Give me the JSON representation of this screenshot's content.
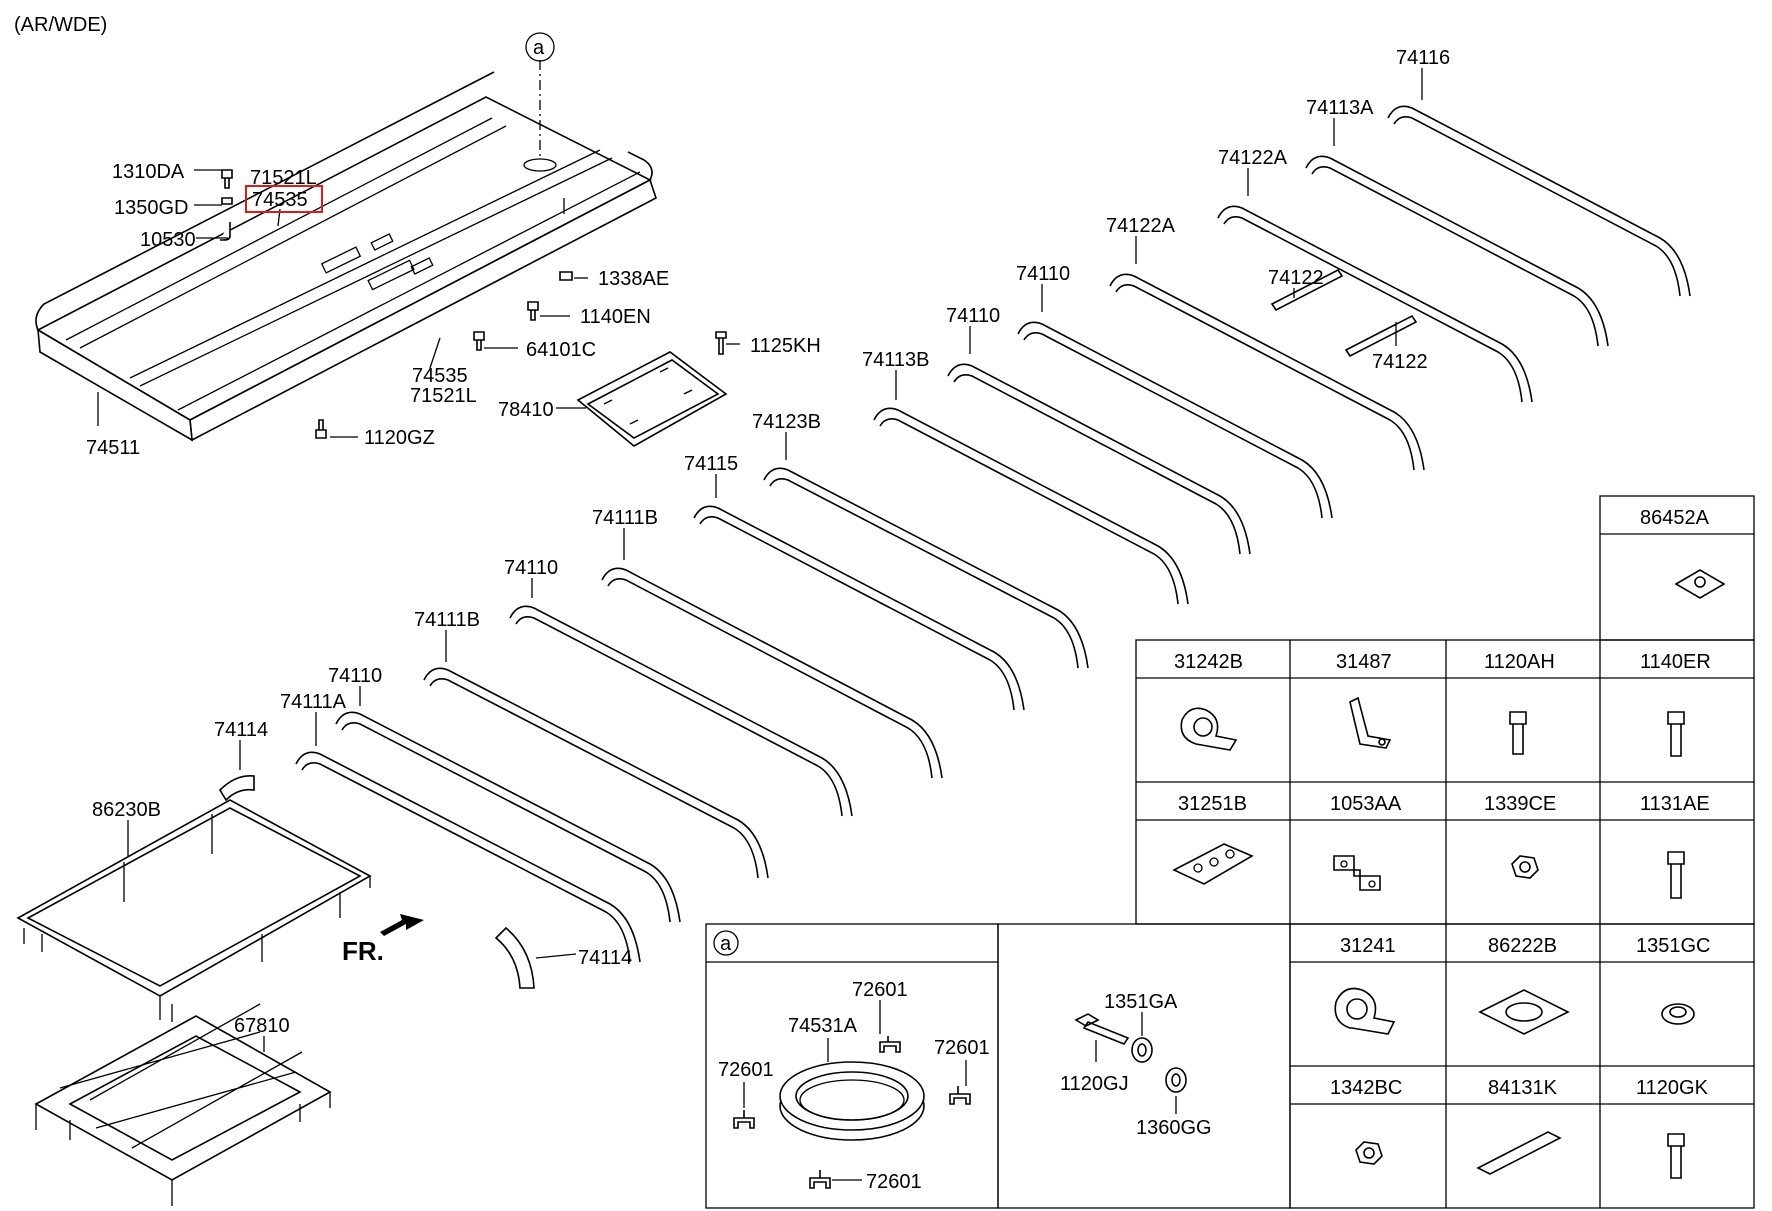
{
  "header": {
    "variant_code": "(AR/WDE)"
  },
  "callout_marker": "a",
  "front_indicator": "FR.",
  "highlighted_part": "74535",
  "colors": {
    "line": "#000000",
    "highlight": "#e0191b",
    "background": "#ffffff"
  },
  "roof_panel_labels": {
    "p1310DA": "1310DA",
    "p1350GD": "1350GD",
    "p10530": "10530",
    "p71521L_top": "71521L",
    "p74535_top": "74535",
    "p1338AE": "1338AE",
    "p1140EN": "1140EN",
    "p64101C": "64101C",
    "p74535_bottom": "74535",
    "p71521L_bottom": "71521L",
    "p74511": "74511",
    "p1120GZ": "1120GZ",
    "p1125KH": "1125KH",
    "p78410": "78410"
  },
  "bow_labels": [
    "74116",
    "74113A",
    "74122A",
    "74122A",
    "74122",
    "74122",
    "74110",
    "74110",
    "74113B",
    "74123B",
    "74115",
    "74111B",
    "74110",
    "74111B",
    "74110",
    "74111A",
    "74114",
    "74114"
  ],
  "frame_labels": {
    "p86230B": "86230B",
    "p67810": "67810"
  },
  "callout_box": {
    "title": "a",
    "labels": [
      "72601",
      "74531A",
      "72601",
      "72601",
      "72601",
      "1351GA",
      "1120GJ",
      "1360GG"
    ]
  },
  "hardware_table": {
    "cells": [
      {
        "label": "86452A",
        "icon": "square-nut"
      },
      {
        "label": "31242B",
        "icon": "p-clamp"
      },
      {
        "label": "31487",
        "icon": "angle-bracket"
      },
      {
        "label": "1120AH",
        "icon": "hex-bolt"
      },
      {
        "label": "1140ER",
        "icon": "hex-bolt"
      },
      {
        "label": "31251B",
        "icon": "plate"
      },
      {
        "label": "1053AA",
        "icon": "z-bracket"
      },
      {
        "label": "1339CE",
        "icon": "hex-nut"
      },
      {
        "label": "1131AE",
        "icon": "hex-bolt"
      },
      {
        "label": "31241",
        "icon": "p-clamp"
      },
      {
        "label": "86222B",
        "icon": "washer-pad"
      },
      {
        "label": "1351GC",
        "icon": "grommet"
      },
      {
        "label": "1342BC",
        "icon": "hex-nut"
      },
      {
        "label": "84131K",
        "icon": "tape-strip"
      },
      {
        "label": "1120GK",
        "icon": "hex-bolt"
      }
    ]
  }
}
